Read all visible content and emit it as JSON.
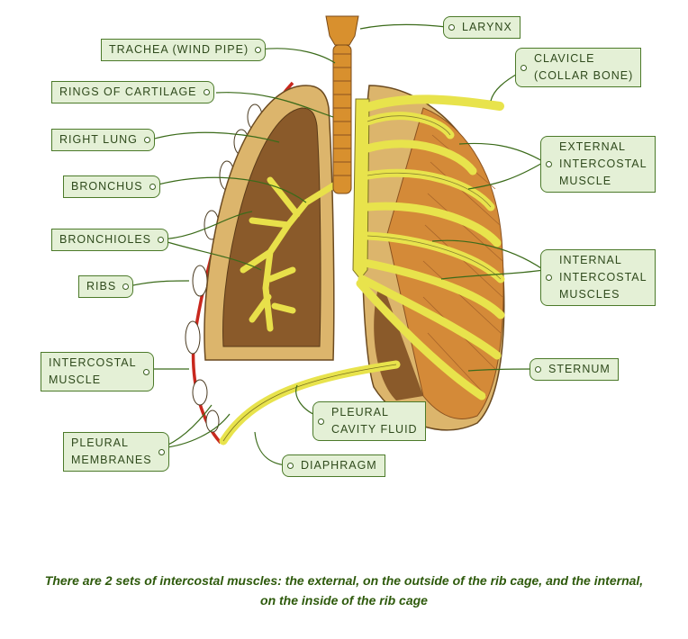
{
  "diagram": {
    "labels": {
      "larynx": "LARYNX",
      "trachea": "TRACHEA (WIND PIPE)",
      "clavicle_1": "CLAVICLE",
      "clavicle_2": "(COLLAR BONE)",
      "rings": "RINGS OF CARTILAGE",
      "right_lung": "RIGHT LUNG",
      "external_1": "EXTERNAL",
      "external_2": "INTERCOSTAL",
      "external_3": "MUSCLE",
      "bronchus": "BRONCHUS",
      "bronchioles": "BRONCHIOLES",
      "internal_1": "INTERNAL",
      "internal_2": "INTERCOSTAL",
      "internal_3": "MUSCLES",
      "ribs": "RIBS",
      "intercostal_1": "INTERCOSTAL",
      "intercostal_2": "MUSCLE",
      "sternum": "STERNUM",
      "pleural_fluid_1": "PLEURAL",
      "pleural_fluid_2": "CAVITY FLUID",
      "pleural_mem_1": "PLEURAL",
      "pleural_mem_2": "MEMBRANES",
      "diaphragm": "DIAPHRAGM"
    },
    "colors": {
      "label_bg": "#e4f0d6",
      "label_border": "#4c7a2a",
      "caption": "#2e5a0c",
      "lung_outer": "#dcb56c",
      "lung_inner": "#8a5a2a",
      "muscle": "#d48a38",
      "bone": "#e8e34c",
      "rib_red": "#c8281e"
    }
  },
  "caption": {
    "line1": "There are 2 sets of intercostal muscles: the external, on the outside of the rib cage, and the internal,",
    "line2": "on the inside of the rib cage"
  }
}
